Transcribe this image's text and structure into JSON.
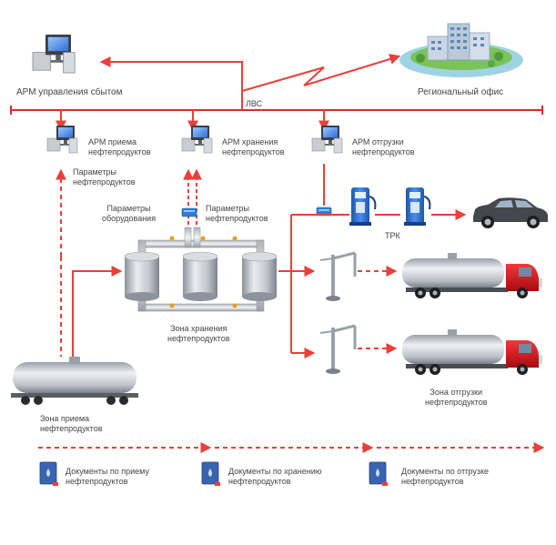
{
  "nodes": {
    "arm_sales": "АРМ управления сбытом",
    "regional_office": "Региональный офис",
    "lvs": "ЛВС",
    "arm_receive": "АРМ приема\nнефтепродуктов",
    "arm_storage": "АРМ хранения\nнефтепродуктов",
    "arm_ship": "АРМ отгрузки\nнефтепродуктов",
    "param_receive": "Параметры\nнефтепродуктов",
    "param_equipment": "Параметры\nоборудования",
    "param_storage": "Параметры\nнефтепродуктов",
    "trk": "ТРК",
    "zone_storage": "Зона хранения\nнефтепродуктов",
    "zone_receive": "Зона приема\nнефтепродуктов",
    "zone_ship": "Зона отгрузки\nнефтепродуктов"
  },
  "documents": [
    "Документы по приему\nнефтепродуктов",
    "Документы по хранению\nнефтепродуктов",
    "Документы по отгрузке\nнефтепродуктов"
  ],
  "colors": {
    "flow_line": "#e8403a",
    "network_line": "#d92b2b",
    "tank_steel": "#b9bec6",
    "truck_cab": "#d8101a",
    "dispenser": "#2a6fd1",
    "car": "#3a3c40"
  },
  "icons": [
    "computer-icon",
    "office-building-icon",
    "database-icon",
    "fuel-dispenser-icon",
    "car-icon",
    "tank-truck-icon",
    "rail-tank-car-icon",
    "loading-arm-icon",
    "document-icon",
    "storage-tank-icon"
  ]
}
